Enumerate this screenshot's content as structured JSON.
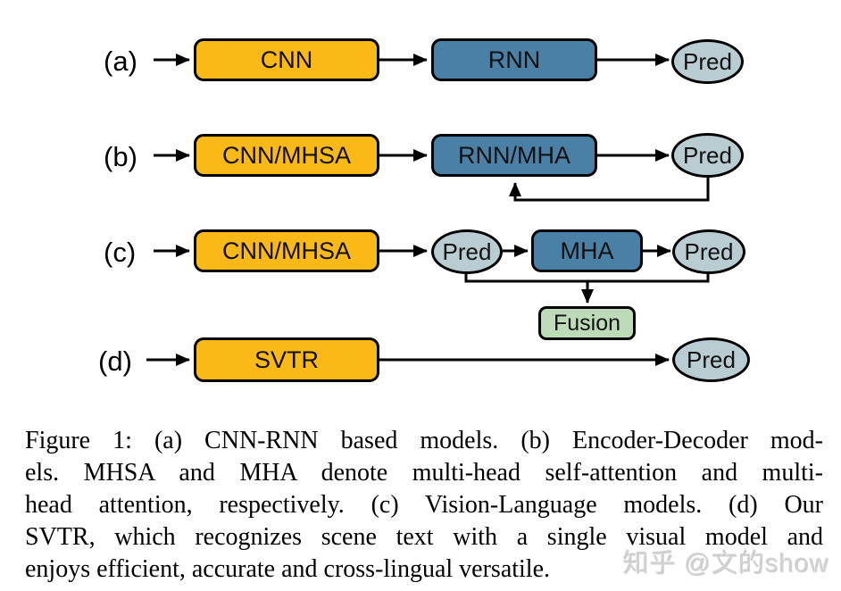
{
  "diagram": {
    "colors": {
      "backbone_yellow": "#FBB917",
      "decoder_blue": "#4A80A6",
      "pred_gray_blue": "#B9CCD2",
      "fusion_green": "#BDDBB8",
      "stroke_black": "#000000"
    },
    "row_a": {
      "label": "(a)",
      "node1": "CNN",
      "node2": "RNN",
      "pred": "Pred"
    },
    "row_b": {
      "label": "(b)",
      "node1": "CNN/MHSA",
      "node2": "RNN/MHA",
      "pred": "Pred"
    },
    "row_c": {
      "label": "(c)",
      "node1": "CNN/MHSA",
      "pred1": "Pred",
      "node2": "MHA",
      "pred2": "Pred",
      "fusion": "Fusion"
    },
    "row_d": {
      "label": "(d)",
      "node1": "SVTR",
      "pred": "Pred"
    }
  },
  "caption": {
    "line1": "Figure 1: (a) CNN-RNN based models. (b) Encoder-Decoder mod-",
    "line2": "els. MHSA and MHA denote multi-head self-attention and multi-",
    "line3": "head attention, respectively. (c) Vision-Language models. (d) Our",
    "line4": "SVTR, which recognizes scene text with a single visual model and",
    "line5": "enjoys efficient, accurate and cross-lingual versatile."
  },
  "watermark": {
    "text": "知乎 @文的show"
  }
}
